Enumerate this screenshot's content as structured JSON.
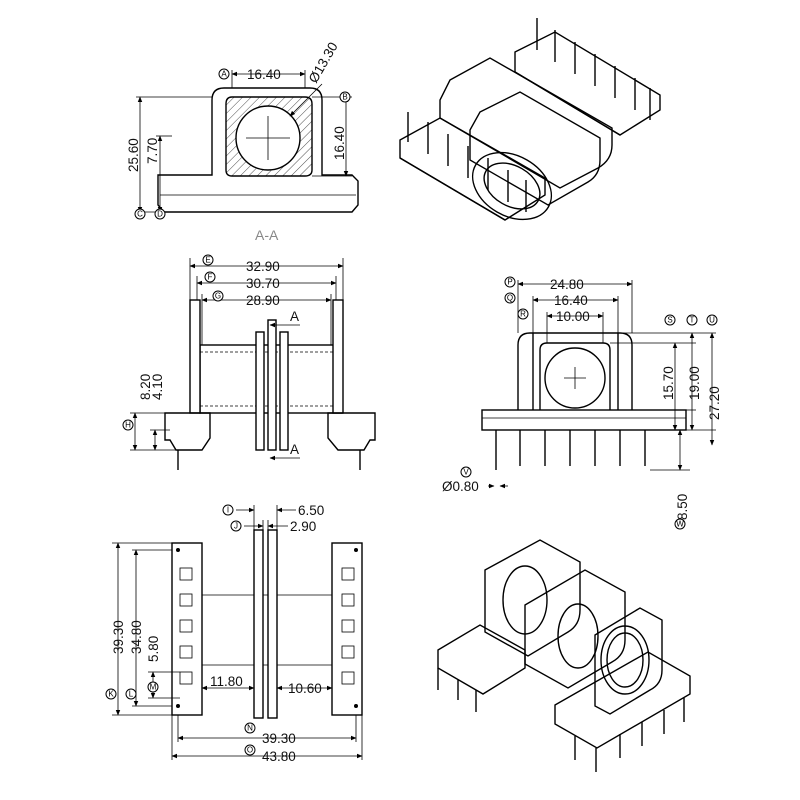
{
  "section_view": {
    "width": "16.40",
    "hole_diameter": "Ø13.30",
    "height_right": "16.40",
    "height_total": "25.60",
    "height_flange": "7.70",
    "label": "A-A",
    "bubbles": [
      "A",
      "B",
      "C",
      "D"
    ]
  },
  "front_view": {
    "w1": "32.90",
    "w2": "30.70",
    "w3": "28.90",
    "h1": "8.20",
    "h2": "4.10",
    "section_marker": "A",
    "bubbles": [
      "E",
      "F",
      "G",
      "H"
    ]
  },
  "side_view": {
    "w1": "24.80",
    "w2": "16.40",
    "w3": "10.00",
    "h1": "15.70",
    "h2": "19.00",
    "h3": "27.20",
    "pin_dia": "Ø0.80",
    "pin_len": "8.50",
    "bubbles": [
      "P",
      "Q",
      "R",
      "S",
      "T",
      "U",
      "V",
      "W"
    ]
  },
  "top_view": {
    "flange_outer": "6.50",
    "flange_inner": "2.90",
    "h1": "39.30",
    "h2": "34.80",
    "pitch": "5.80",
    "gap_left": "11.80",
    "gap_right": "10.60",
    "w1": "39.30",
    "w2": "43.80",
    "bubbles": [
      "I",
      "J",
      "K",
      "L",
      "M",
      "N",
      "O"
    ]
  }
}
